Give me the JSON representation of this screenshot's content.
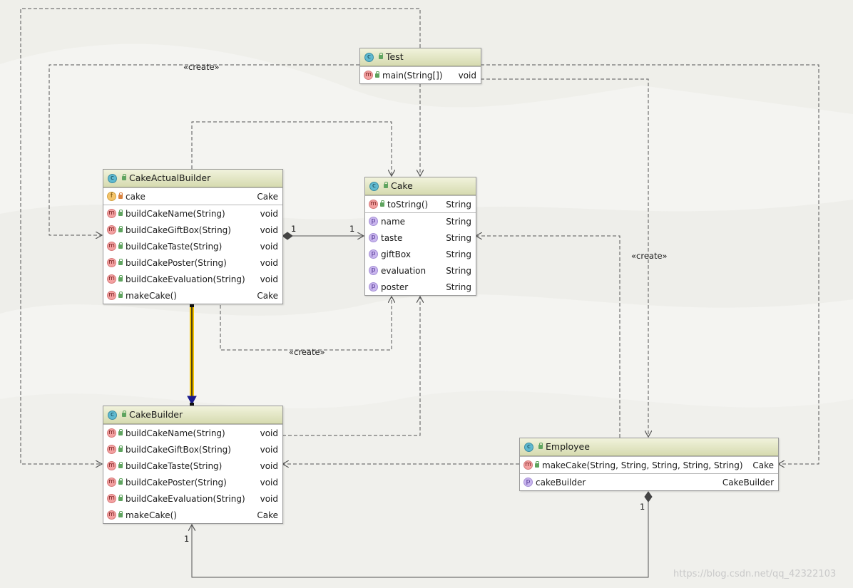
{
  "classes": {
    "test": {
      "name": "Test",
      "methods": [
        {
          "name": "main(String[])",
          "type": "void"
        }
      ]
    },
    "cake": {
      "name": "Cake",
      "methods": [
        {
          "name": "toString()",
          "type": "String"
        }
      ],
      "properties": [
        {
          "name": "name",
          "type": "String"
        },
        {
          "name": "taste",
          "type": "String"
        },
        {
          "name": "giftBox",
          "type": "String"
        },
        {
          "name": "evaluation",
          "type": "String"
        },
        {
          "name": "poster",
          "type": "String"
        }
      ]
    },
    "cake_actual_builder": {
      "name": "CakeActualBuilder",
      "fields": [
        {
          "name": "cake",
          "type": "Cake"
        }
      ],
      "methods": [
        {
          "name": "buildCakeName(String)",
          "type": "void"
        },
        {
          "name": "buildCakeGiftBox(String)",
          "type": "void"
        },
        {
          "name": "buildCakeTaste(String)",
          "type": "void"
        },
        {
          "name": "buildCakePoster(String)",
          "type": "void"
        },
        {
          "name": "buildCakeEvaluation(String)",
          "type": "void"
        },
        {
          "name": "makeCake()",
          "type": "Cake"
        }
      ]
    },
    "cake_builder": {
      "name": "CakeBuilder",
      "methods": [
        {
          "name": "buildCakeName(String)",
          "type": "void"
        },
        {
          "name": "buildCakeGiftBox(String)",
          "type": "void"
        },
        {
          "name": "buildCakeTaste(String)",
          "type": "void"
        },
        {
          "name": "buildCakePoster(String)",
          "type": "void"
        },
        {
          "name": "buildCakeEvaluation(String)",
          "type": "void"
        },
        {
          "name": "makeCake()",
          "type": "Cake"
        }
      ]
    },
    "employee": {
      "name": "Employee",
      "methods": [
        {
          "name": "makeCake(String, String, String, String, String)",
          "type": "Cake"
        }
      ],
      "properties": [
        {
          "name": "cakeBuilder",
          "type": "CakeBuilder"
        }
      ]
    }
  },
  "edge_labels": {
    "create_top": "«create»",
    "create_middle": "«create»",
    "create_right": "«create»"
  },
  "multiplicities": {
    "builder_cake_source": "1",
    "builder_cake_target": "1",
    "employee_builder_source": "1",
    "employee_builder_target": "1"
  },
  "watermark": "https://blog.csdn.net/qq_42322103",
  "icons": {
    "class_badge": "c-icon",
    "method_badge": "m-icon",
    "property_badge": "p-icon",
    "field_badge": "f-icon",
    "public_marker": "unlock-icon",
    "private_marker": "lock-icon"
  },
  "colors": {
    "header_top": "#f1f3dc",
    "header_bottom": "#d6dbb0",
    "edge": "#555555",
    "realization_highlight": "#f2c200",
    "realization_arrow": "#1a1a8c"
  }
}
